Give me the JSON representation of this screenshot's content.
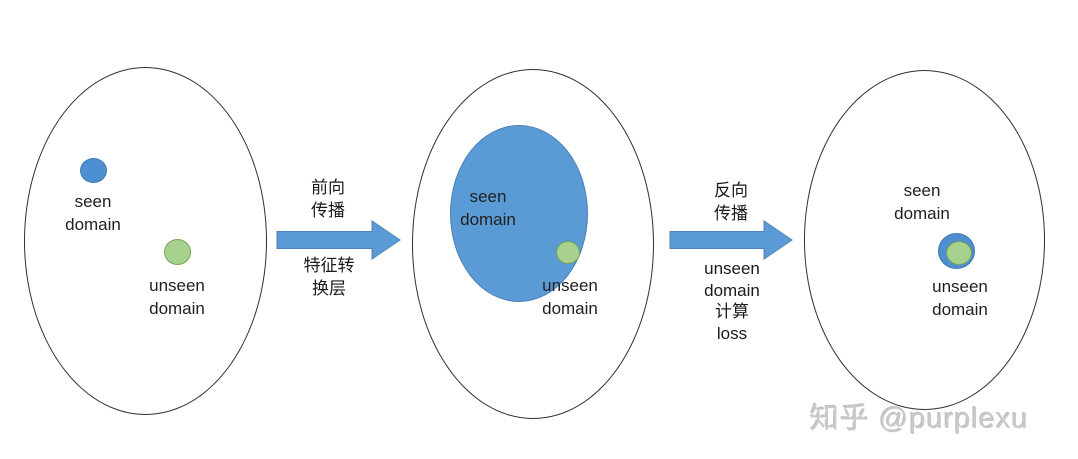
{
  "colors": {
    "arrow_blue": "#5b9bd5",
    "arrow_blue_edge": "#4e86bc",
    "dot_blue": "#4e8fd1",
    "dot_blue_border": "#3c79b0",
    "dot_green": "#a9d18e",
    "dot_green_border": "#74a352",
    "big_ellipse_blue": "#5b9bd5",
    "ellipse_outline": "#2f2f2f"
  },
  "stage1": {
    "seen_label": "seen\ndomain",
    "unseen_label": "unseen\ndomain"
  },
  "arrow1": {
    "top_label": "前向\n传播",
    "bottom_label": "特征转\n换层"
  },
  "stage2": {
    "seen_label": "seen\ndomain",
    "unseen_label": "unseen\ndomain"
  },
  "arrow2": {
    "top_label": "反向\n传播",
    "bottom_label": "unseen\ndomain\n计算\nloss"
  },
  "stage3": {
    "seen_label": "seen\ndomain",
    "unseen_label": "unseen\ndomain"
  },
  "watermark": "知乎 @purplexu"
}
